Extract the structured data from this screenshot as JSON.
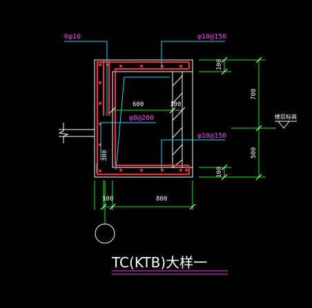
{
  "drawing": {
    "title": "TC(KTB)大样一",
    "colors": {
      "background": "#000000",
      "outline": "#ffffff",
      "rebar": "#ff2a2a",
      "leader": "#00e5ff",
      "dimension": "#00ff00",
      "label": "#ff33ff",
      "dim_text": "#ffffff",
      "level_text": "#ffffff"
    },
    "rebar_labels": {
      "top_bars": "6φ10",
      "top_stirrup": "φ10@150",
      "middle_stirrup": "φ8@200",
      "lower_stirrup": "φ10@150"
    },
    "dimensions": {
      "wall_inner_width": "600",
      "wall_thickness": "100",
      "top_slab": "100",
      "upper_height": "700",
      "lower_height": "500",
      "bottom_slab": "100",
      "left_offset": "100",
      "total_width": "800",
      "slab_edge": "300"
    },
    "level_mark": "楼层标高"
  }
}
